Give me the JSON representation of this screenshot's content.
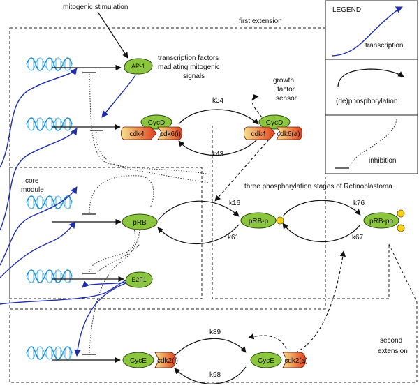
{
  "labels": {
    "mitogenic": "mitogenic stimulation",
    "first_extension": "first extension",
    "tf_line1": "transcription factors",
    "tf_line2": "madiating mitogenic",
    "tf_line3": "signals",
    "gfs_line1": "growth",
    "gfs_line2": "factor",
    "gfs_line3": "sensor",
    "core_line1": "core",
    "core_line2": "module",
    "three_stages": "three phosphorylation stages of Retinoblastoma",
    "second_line1": "second",
    "second_line2": "extension"
  },
  "legend": {
    "title": "LEGEND",
    "transcription": "transcription",
    "phosphorylation": "(de)phosphorylation",
    "inhibition": "inhibition"
  },
  "proteins": {
    "ap1": "AP-1",
    "cycd_left": "CycD",
    "cdk4_left": "cdk4",
    "cdk6i": "cdk6(i)",
    "cycd_right": "CycD",
    "cdk4_right": "cdk4",
    "cdk6a": "cdk6(a)",
    "prb": "pRB",
    "prb_p": "pRB-p",
    "prb_pp": "pRB-pp",
    "e2f1": "E2F1",
    "cyce_left": "CycE",
    "cdk2i": "cdk2(i)",
    "cyce_right": "CycE",
    "cdk2a": "cdk2(a)"
  },
  "rates": {
    "k34": "k34",
    "k43": "k43",
    "k16": "k16",
    "k61": "k61",
    "k76": "k76",
    "k67": "k67",
    "k89": "k89",
    "k98": "k98"
  },
  "colors": {
    "protein": "#8cc63f",
    "kinase_light": "#f7e08a",
    "kinase_dark": "#e0401e",
    "phosphate": "#f3d11a",
    "transcription": "#1f2fa8",
    "dna": "#1a8fd8"
  }
}
